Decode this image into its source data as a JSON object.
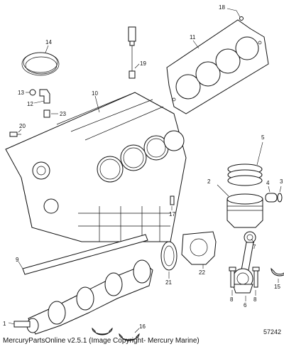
{
  "callouts": {
    "c1": "1",
    "c2": "2",
    "c3": "3",
    "c4": "4",
    "c5": "5",
    "c6": "6",
    "c7": "7",
    "c8a": "8",
    "c8b": "8",
    "c9": "9",
    "c10": "10",
    "c11": "11",
    "c12": "12",
    "c13": "13",
    "c14": "14",
    "c15": "15",
    "c16": "16",
    "c17": "17",
    "c18": "18",
    "c19": "19",
    "c20": "20",
    "c21": "21",
    "c22": "22",
    "c23": "23"
  },
  "figure_id": "57242",
  "caption": "MercuryPartsOnline v2.5.1 (Image Copyright- Mercury Marine)"
}
